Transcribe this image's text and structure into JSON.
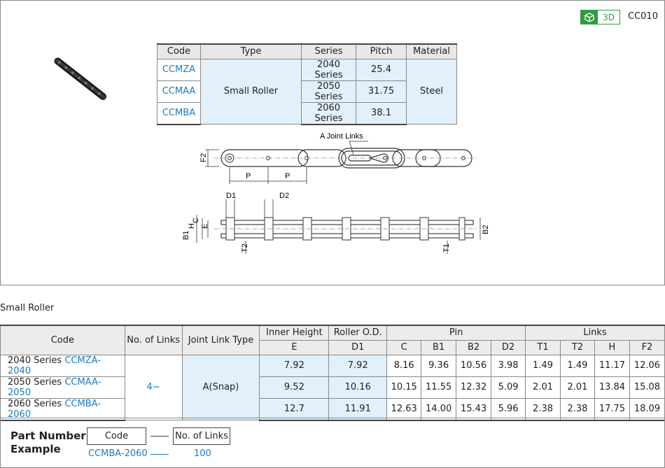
{
  "header": {
    "badge_3d": "3D",
    "page_code": "CC010"
  },
  "series_table": {
    "headers": [
      "Code",
      "Type",
      "Series",
      "Pitch",
      "Material"
    ],
    "type": "Small Roller",
    "material": "Steel",
    "rows": [
      {
        "code": "CCMZA",
        "series": "2040 Series",
        "pitch": "25.4"
      },
      {
        "code": "CCMAA",
        "series": "2050 Series",
        "pitch": "31.75"
      },
      {
        "code": "CCMBA",
        "series": "2060 Series",
        "pitch": "38.1"
      }
    ]
  },
  "drawing": {
    "joint_label": "A Joint Links",
    "dims": {
      "F2": "F2",
      "P": "P",
      "D1": "D1",
      "D2": "D2",
      "C": "C",
      "H": "H",
      "E": "E",
      "B1": "B1",
      "T2": "T2",
      "T1": "T1",
      "B2": "B2"
    }
  },
  "section_title": "Small Roller",
  "spec_table": {
    "headers": {
      "code": "Code",
      "links": "No. of Links",
      "joint": "Joint Link Type",
      "inner_height": "Inner Height",
      "roller_od": "Roller O.D.",
      "pin": "Pin",
      "links_grp": "Links",
      "E": "E",
      "D1": "D1",
      "C": "C",
      "B1": "B1",
      "B2": "B2",
      "D2": "D2",
      "T1": "T1",
      "T2": "T2",
      "H": "H",
      "F2": "F2"
    },
    "no_of_links": "4~",
    "joint_type": "A(Snap)",
    "rows": [
      {
        "series": "2040 Series",
        "code": "CCMZA-2040",
        "E": "7.92",
        "D1": "7.92",
        "C": "8.16",
        "B1": "9.36",
        "B2": "10.56",
        "D2": "3.98",
        "T1": "1.49",
        "T2": "1.49",
        "H": "11.17",
        "F2": "12.06"
      },
      {
        "series": "2050 Series",
        "code": "CCMAA-2050",
        "E": "9.52",
        "D1": "10.16",
        "C": "10.15",
        "B1": "11.55",
        "B2": "12.32",
        "D2": "5.09",
        "T1": "2.01",
        "T2": "2.01",
        "H": "13.84",
        "F2": "15.08"
      },
      {
        "series": "2060 Series",
        "code": "CCMBA-2060",
        "E": "12.7",
        "D1": "11.91",
        "C": "12.63",
        "B1": "14.00",
        "B2": "15.43",
        "D2": "5.96",
        "T1": "2.38",
        "T2": "2.38",
        "H": "17.75",
        "F2": "18.09"
      }
    ]
  },
  "part_number": {
    "title_line1": "Part Number",
    "title_line2": "Example",
    "box_code": "Code",
    "box_links": "No. of Links",
    "example_code": "CCMBA-2060",
    "example_links": "100"
  },
  "colors": {
    "accent_blue": "#1a7bc4",
    "badge_green": "#2e9c3f",
    "cell_blue": "#e1f0fb"
  }
}
